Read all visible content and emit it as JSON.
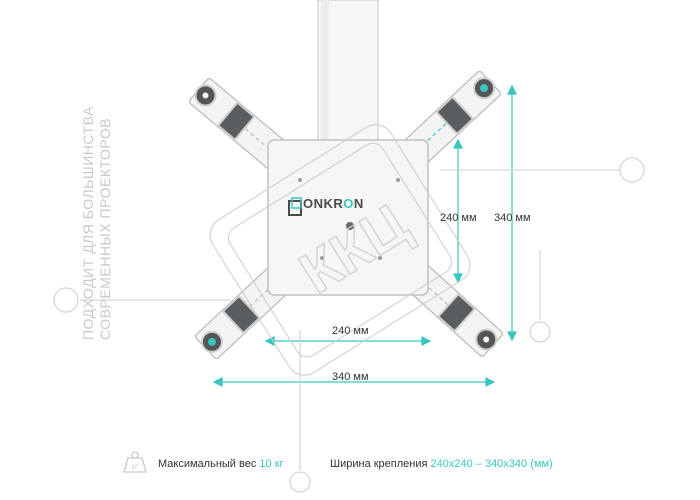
{
  "side_text": {
    "line1": "ПОДХОДИТ ДЛЯ БОЛЬШИНСТВА",
    "line2": "СОВРЕМЕННЫХ ПРОЕКТОРОВ"
  },
  "logo": {
    "part1": "ONKR",
    "part2": "O",
    "part3": "N"
  },
  "dimensions": {
    "inner_vertical": "240 мм",
    "outer_vertical": "340 мм",
    "inner_horizontal": "240 мм",
    "outer_horizontal": "340 мм"
  },
  "footer": {
    "weight_icon_label": "КГ",
    "weight_label": "Максимальный вес",
    "weight_value": "10 кг",
    "width_label": "Ширина крепления",
    "width_value": "240х240 – 340х340 (мм)"
  },
  "watermark": "ККЦ",
  "colors": {
    "accent": "#39c6c0",
    "text": "#333333",
    "muted": "#c9c9c9",
    "bracket": "#f4f4f4",
    "pad": "#5a5d60"
  }
}
